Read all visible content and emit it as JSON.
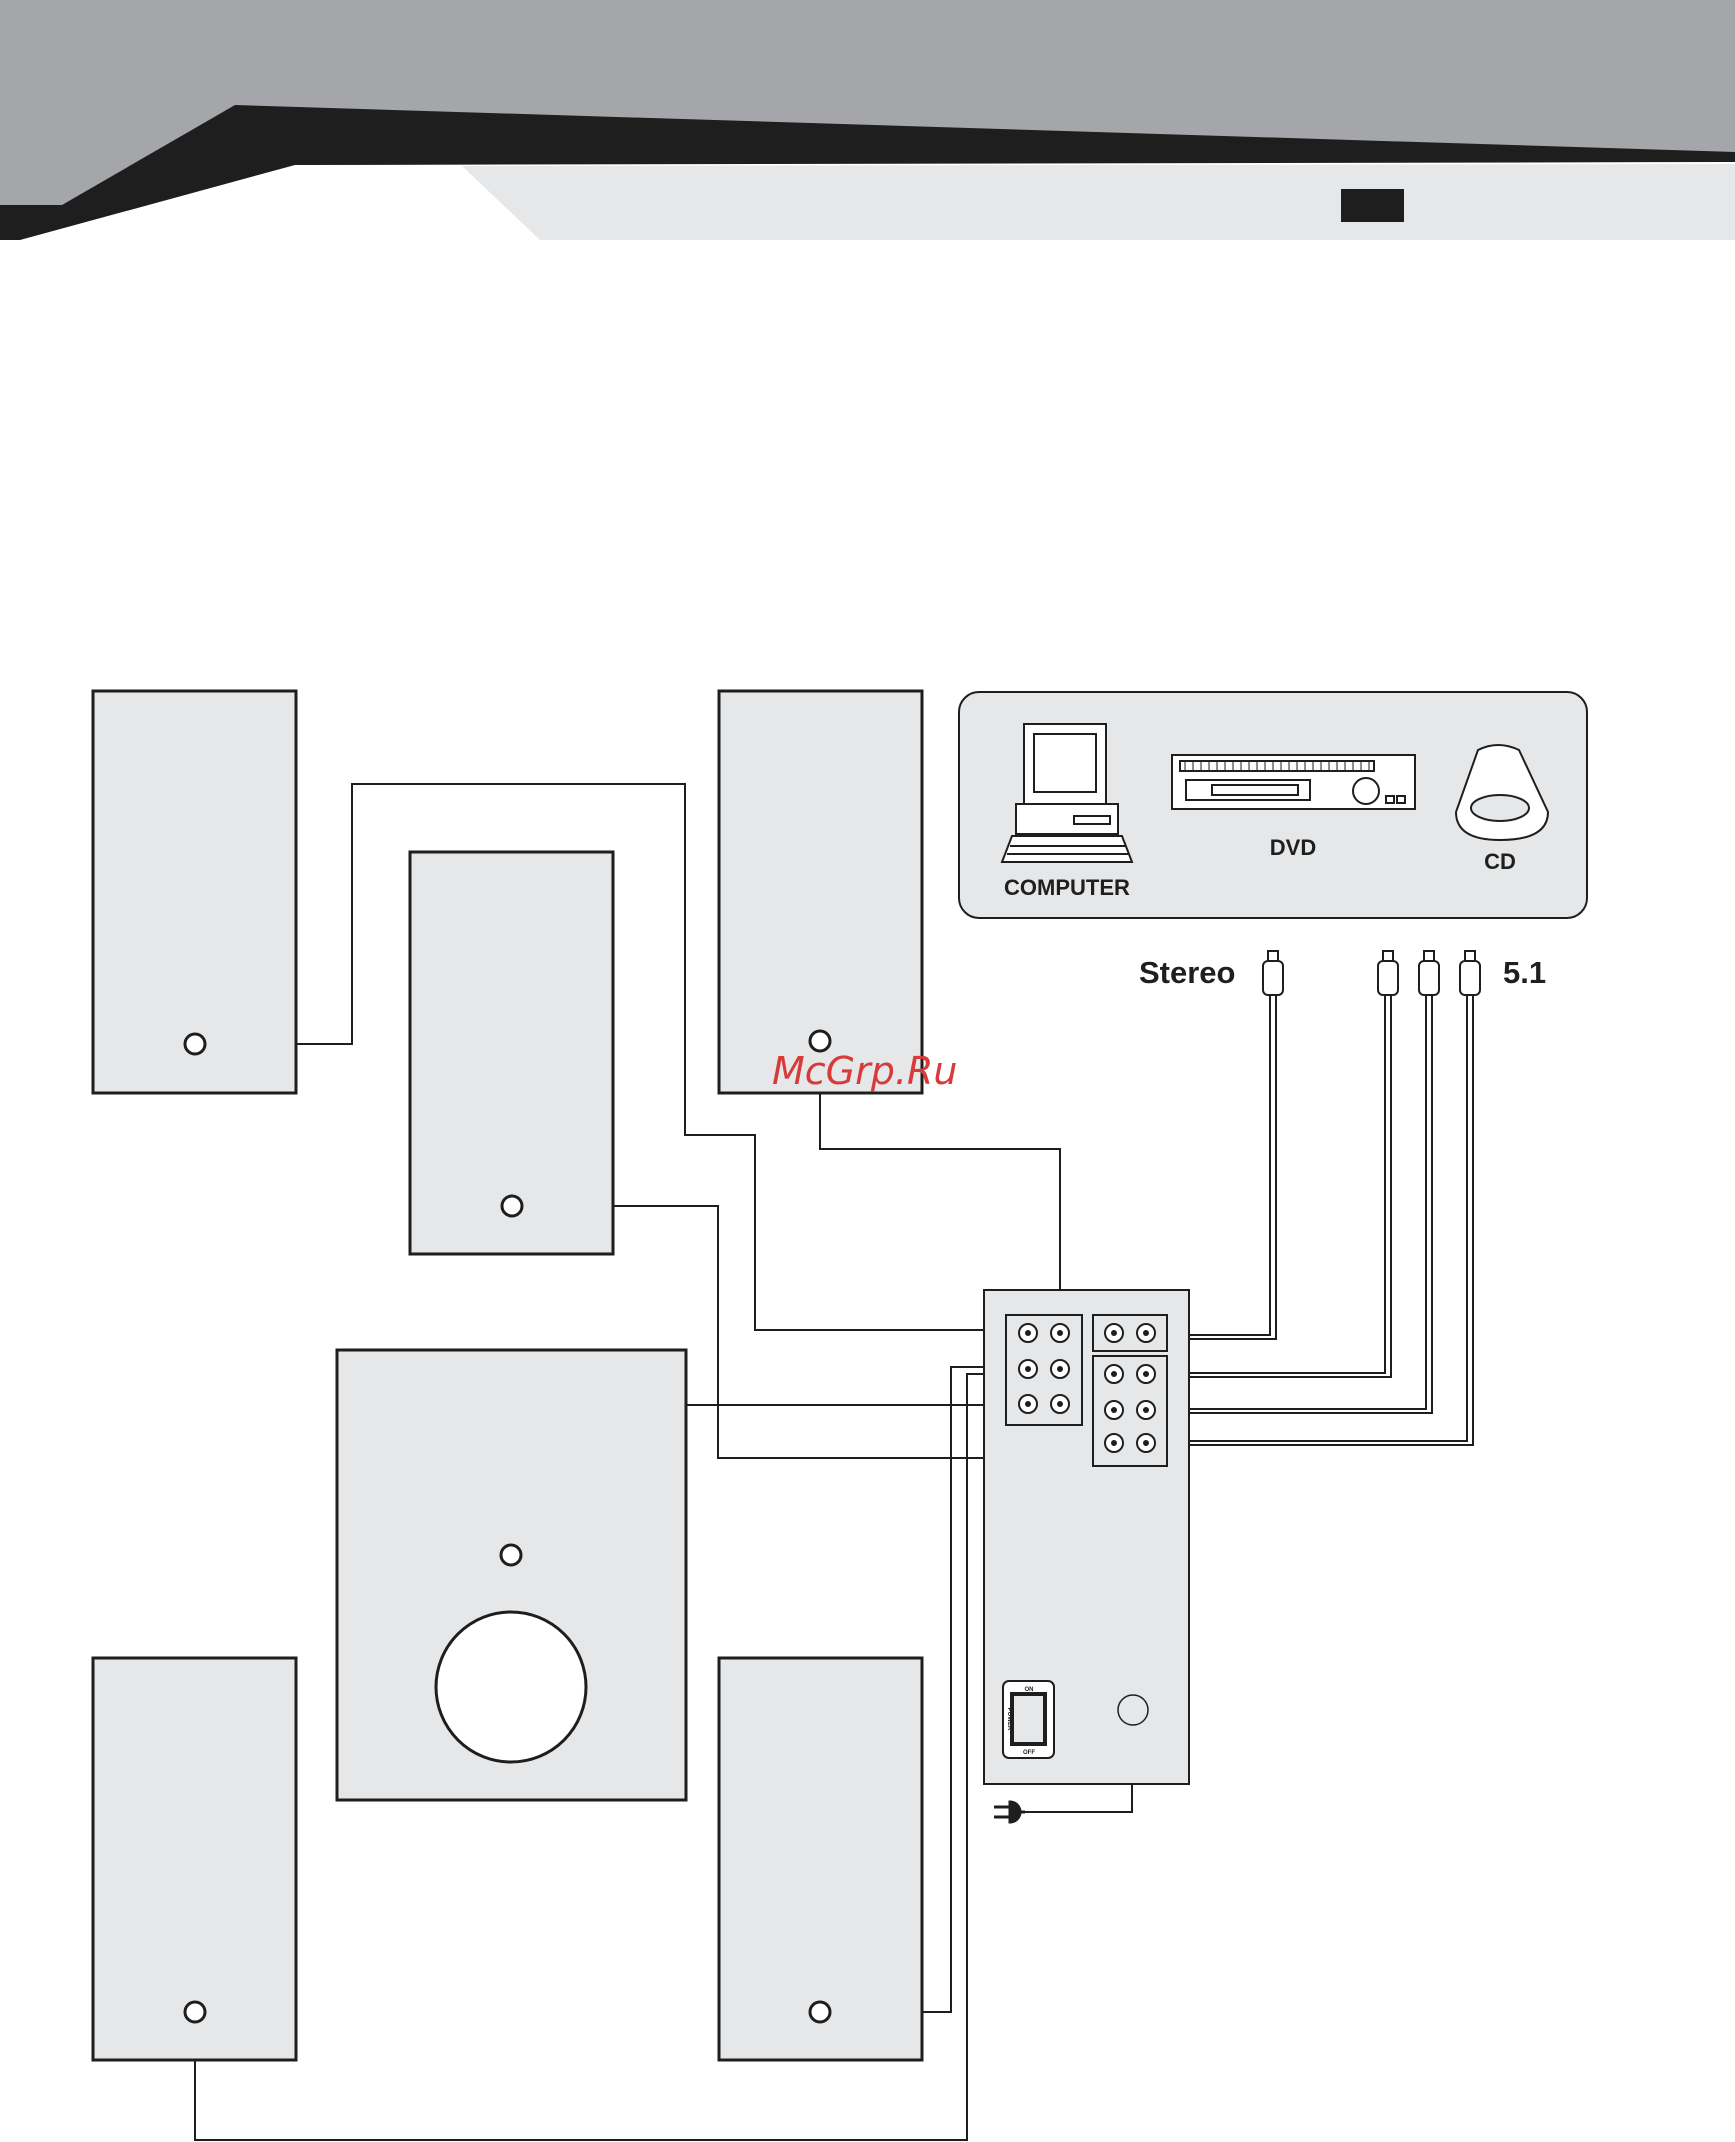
{
  "header": {
    "band_color": "#a5a6a9",
    "dark_color": "#1e1e1e",
    "light_color": "#e6e7e8",
    "page_number": ""
  },
  "sources": {
    "computer_label": "COMPUTER",
    "dvd_label": "DVD",
    "cd_label": "CD"
  },
  "inputs": {
    "stereo_label": "Stereo",
    "surround_label": "5.1"
  },
  "amplifier": {
    "switch_on": "ON",
    "switch_off": "OFF",
    "switch_power": "POWER"
  },
  "watermark": {
    "text": "McGrp.Ru"
  },
  "colors": {
    "panel_fill": "#e6e7e8",
    "line": "#1e1e1e",
    "watermark": "#d83a3a"
  }
}
